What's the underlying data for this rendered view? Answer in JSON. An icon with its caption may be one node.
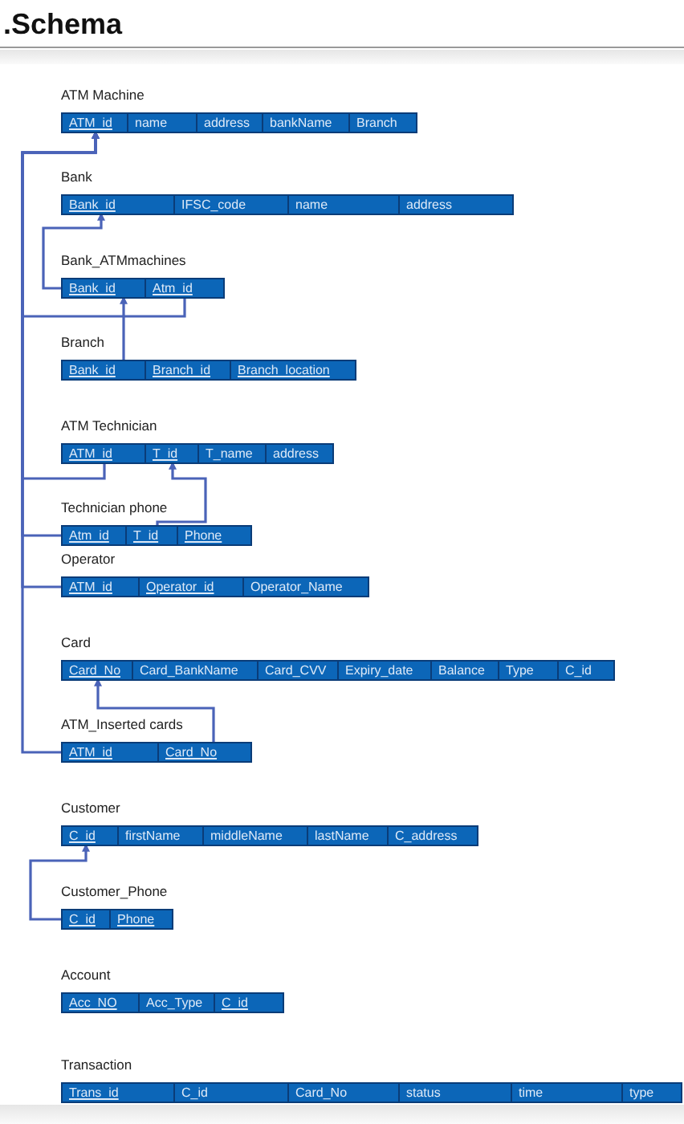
{
  "diagram": {
    "title": ".Schema",
    "nodes": [
      {
        "text": [
          "ATM Machine"
        ]
      },
      {
        "text": [
          "ATM_id"
        ],
        "in": 0
      },
      {
        "text": [
          "name"
        ],
        "in": 0
      },
      {
        "text": [
          "address"
        ],
        "in": 0
      },
      {
        "text": [
          "bankName"
        ],
        "in": 0
      },
      {
        "text": [
          "Branch"
        ],
        "in": 0
      },
      {
        "text": [
          "Bank"
        ]
      },
      {
        "text": [
          "Bank_id"
        ],
        "in": 6
      },
      {
        "text": [
          "IFSC_code"
        ],
        "in": 6
      },
      {
        "text": [
          "name"
        ],
        "in": 6
      },
      {
        "text": [
          "address"
        ],
        "in": 6
      },
      {
        "text": [
          "Bank_ATMmachines"
        ]
      },
      {
        "text": [
          "Bank_id"
        ],
        "in": 11
      },
      {
        "text": [
          "Atm_id"
        ],
        "in": 11
      },
      {
        "text": [
          "Branch"
        ]
      },
      {
        "text": [
          "Bank_id"
        ],
        "in": 14
      },
      {
        "text": [
          "Branch_id"
        ],
        "in": 14
      },
      {
        "text": [
          "Branch_location"
        ],
        "in": 14
      },
      {
        "text": [
          "ATM Technician"
        ]
      },
      {
        "text": [
          "ATM_id"
        ],
        "in": 18
      },
      {
        "text": [
          "T_id"
        ],
        "in": 18
      },
      {
        "text": [
          "T_name"
        ],
        "in": 18
      },
      {
        "text": [
          "address"
        ],
        "in": 18
      },
      {
        "text": [
          "Technician phone"
        ]
      },
      {
        "text": [
          "Atm_id"
        ],
        "in": 23
      },
      {
        "text": [
          "T_id"
        ],
        "in": 23
      },
      {
        "text": [
          "Phone"
        ],
        "in": 23
      },
      {
        "text": [
          "Operator"
        ]
      },
      {
        "text": [
          "ATM_id"
        ],
        "in": 27
      },
      {
        "text": [
          "Operator_id"
        ],
        "in": 27
      },
      {
        "text": [
          "Operator_Name"
        ],
        "in": 27
      },
      {
        "text": [
          "Card"
        ]
      },
      {
        "text": [
          "Card_No"
        ],
        "in": 31
      },
      {
        "text": [
          "Card_BankName"
        ],
        "in": 31
      },
      {
        "text": [
          "Card_CVV"
        ],
        "in": 31
      },
      {
        "text": [
          "Expiry_date"
        ],
        "in": 31
      },
      {
        "text": [
          "Balance"
        ],
        "in": 31
      },
      {
        "text": [
          "Type"
        ],
        "in": 31
      },
      {
        "text": [
          "C_id"
        ],
        "in": 31
      },
      {
        "text": [
          "ATM_Inserted cards"
        ]
      },
      {
        "text": [
          "ATM_id"
        ],
        "in": 39
      },
      {
        "text": [
          "Card_No"
        ],
        "in": 39
      },
      {
        "text": [
          "Customer"
        ]
      },
      {
        "text": [
          "C_id"
        ],
        "in": 42
      },
      {
        "text": [
          "firstName"
        ],
        "in": 42
      },
      {
        "text": [
          "middleName"
        ],
        "in": 42
      },
      {
        "text": [
          "lastName"
        ],
        "in": 42
      },
      {
        "text": [
          "C_address"
        ],
        "in": 42
      },
      {
        "text": [
          "Customer_Phone"
        ]
      },
      {
        "text": [
          "C_id"
        ],
        "in": 48
      },
      {
        "text": [
          "Phone"
        ],
        "in": 48
      },
      {
        "text": [
          "Account"
        ]
      },
      {
        "text": [
          "Acc_NO"
        ],
        "in": 51
      },
      {
        "text": [
          "Acc_Type"
        ],
        "in": 51
      },
      {
        "text": [
          "C_id"
        ],
        "in": 51
      },
      {
        "text": [
          "Transaction"
        ]
      },
      {
        "text": [
          "Trans_id"
        ],
        "in": 55
      },
      {
        "text": [
          "C_id"
        ],
        "in": 55
      },
      {
        "text": [
          "Card_No"
        ],
        "in": 55
      },
      {
        "text": [
          "status"
        ],
        "in": 55
      },
      {
        "text": [
          "time"
        ],
        "in": 55
      },
      {
        "text": [
          "type"
        ],
        "in": 55
      }
    ],
    "edges": [
      {
        "from": 13,
        "to": 1,
        "arrow": "to"
      },
      {
        "from": 19,
        "to": 1,
        "arrow": "to"
      },
      {
        "from": 24,
        "to": 1,
        "arrow": "to"
      },
      {
        "from": 28,
        "to": 1,
        "arrow": "to"
      },
      {
        "from": 40,
        "to": 1,
        "arrow": "to"
      },
      {
        "from": 12,
        "to": 7,
        "arrow": "to"
      },
      {
        "from": 15,
        "to": 12,
        "arrow": "to"
      },
      {
        "from": 25,
        "to": 20,
        "arrow": "to"
      },
      {
        "from": 41,
        "to": 32,
        "arrow": "to"
      },
      {
        "from": 49,
        "to": 43,
        "arrow": "to"
      }
    ]
  }
}
